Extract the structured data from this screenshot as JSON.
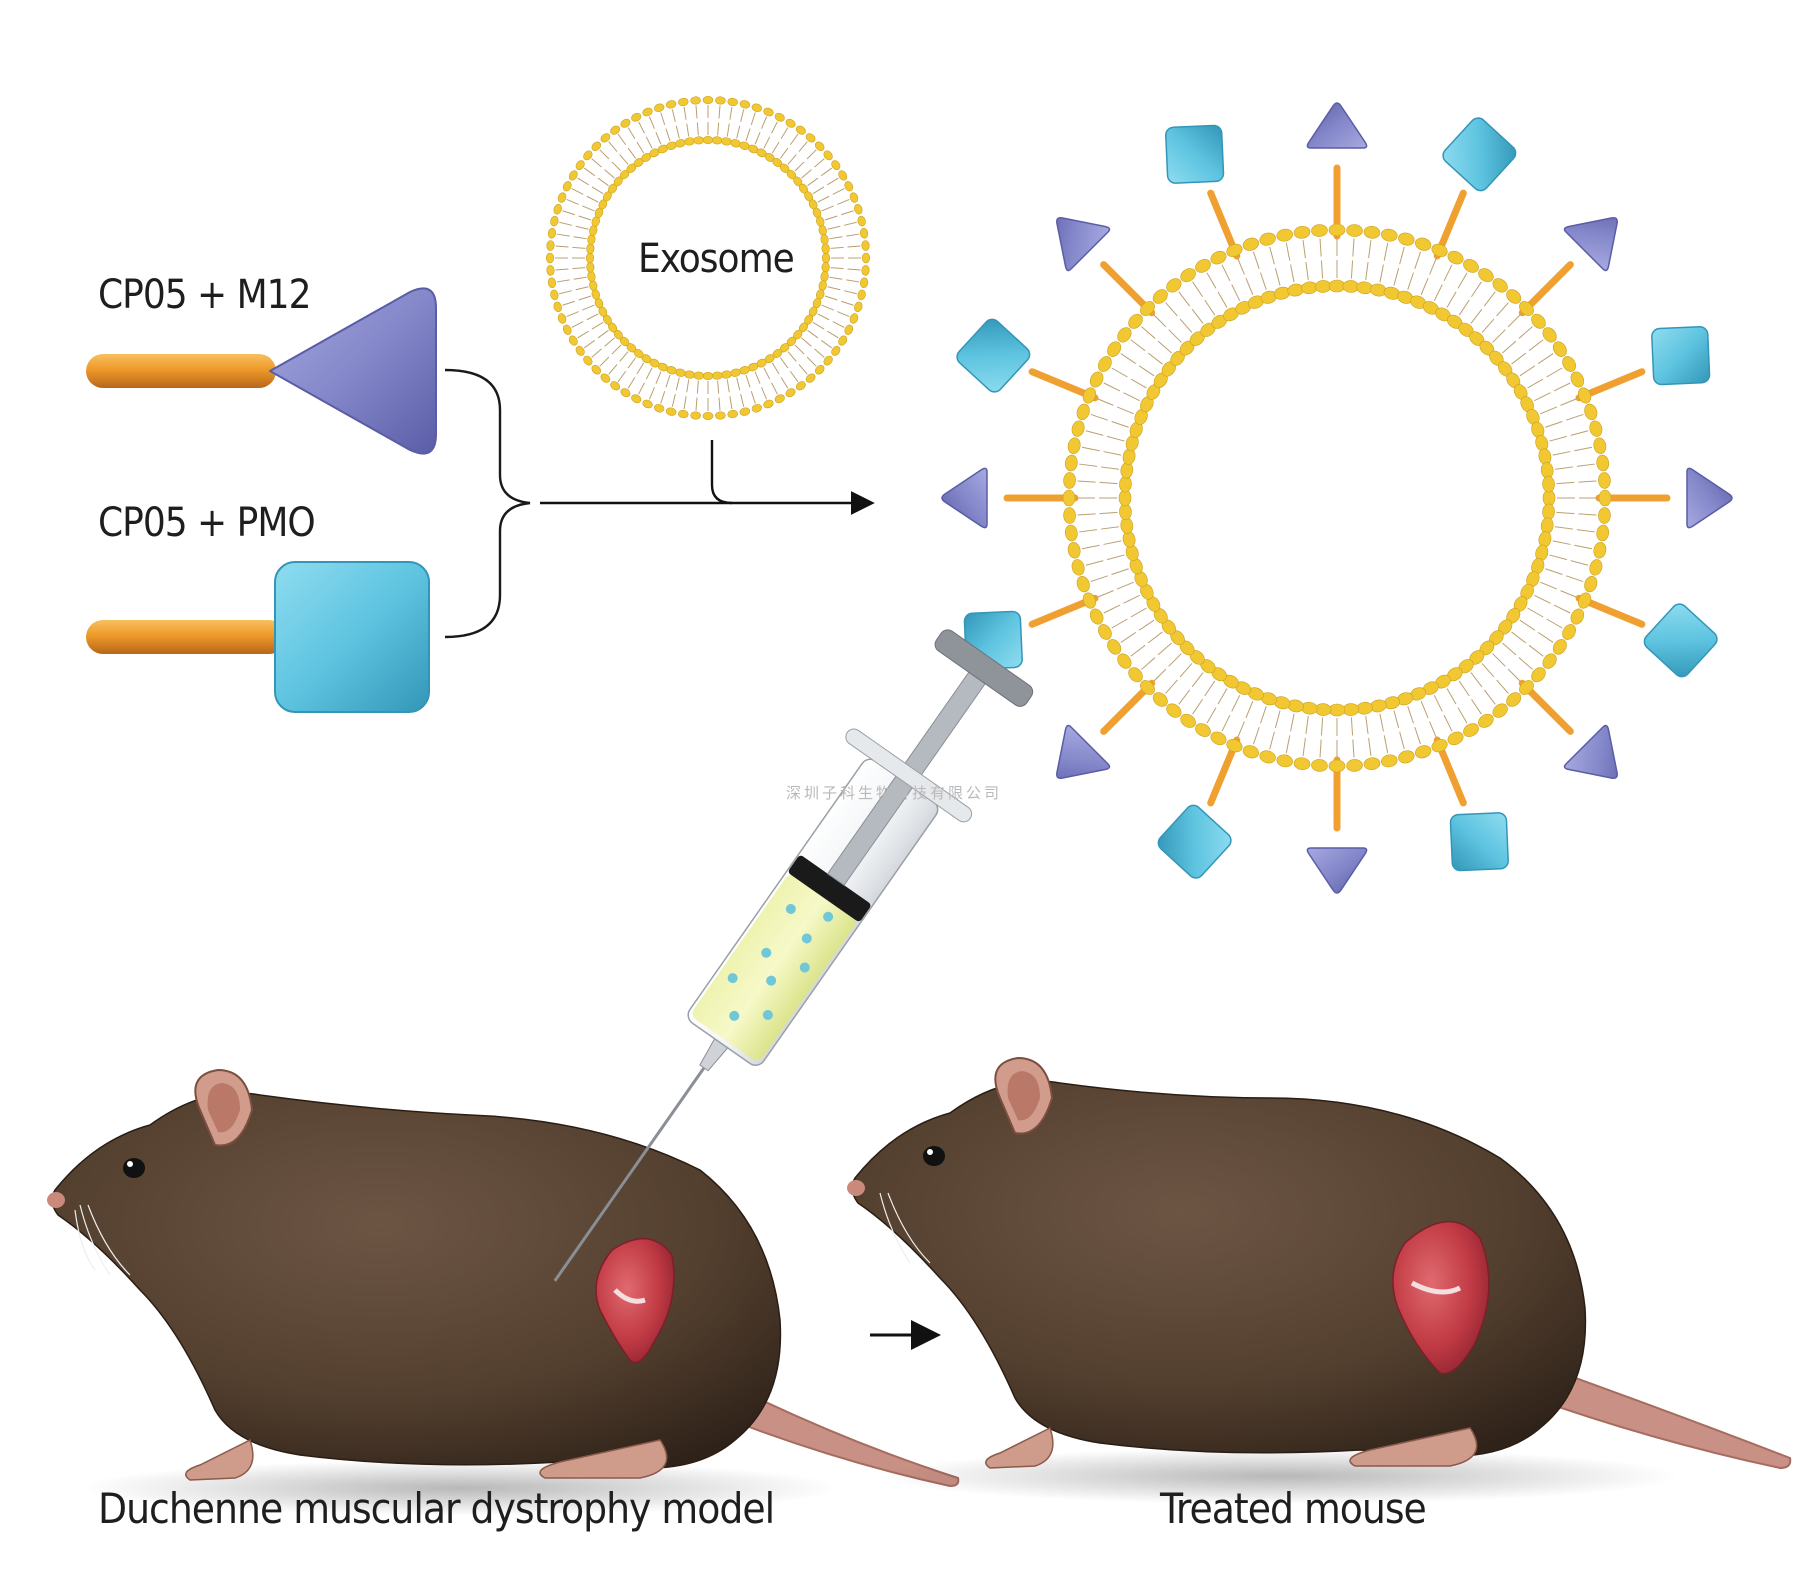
{
  "labels": {
    "cp05_m12": "CP05 + M12",
    "cp05_pmo": "CP05 + PMO",
    "exosome": "Exosome",
    "dmd_model": "Duchenne muscular dystrophy model",
    "treated_mouse": "Treated mouse"
  },
  "watermark": "深圳子科生物科技有限公司",
  "colors": {
    "linker_orange": "#f0a030",
    "m12_triangle": "#8487c9",
    "pmo_square": "#5ec4e0",
    "lipid_head": "#f2c832",
    "lipid_tail": "#b9a070",
    "arrow": "#111111",
    "mouse_fur": "#5b4536",
    "muscle": "#c9404a"
  },
  "icons": {
    "m12_ligand": "triangle-icon",
    "pmo_cargo": "square-icon",
    "syringe": "syringe-icon",
    "mouse": "mouse-icon"
  },
  "exosome_decorations": {
    "ligand_count": 16,
    "pattern": [
      "triangle",
      "square",
      "triangle",
      "square",
      "triangle",
      "square",
      "triangle",
      "square",
      "triangle",
      "square",
      "triangle",
      "square",
      "triangle",
      "square",
      "triangle",
      "square"
    ]
  }
}
